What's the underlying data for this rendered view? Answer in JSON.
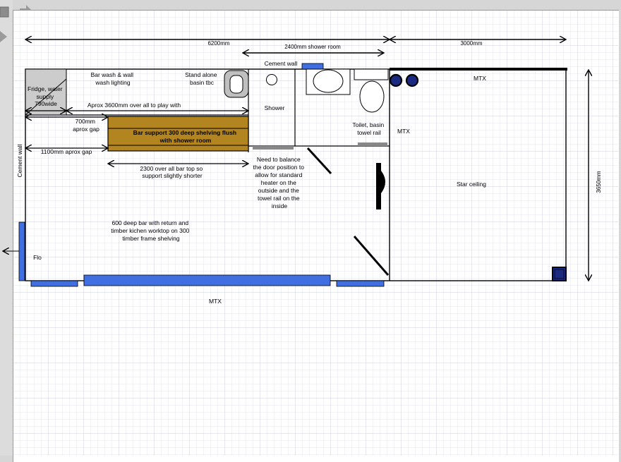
{
  "colors": {
    "grid_minor": "#e3e7ef",
    "grid_major": "#ccd2de",
    "wall": "#000000",
    "window_blue": "#3f6fe0",
    "shelf_brown": "#b38520",
    "fridge_grey": "#cccccc",
    "threshold_grey": "#888888",
    "fixture_navy": "#1a2a80"
  },
  "dimensions": {
    "overall_length": "6200mm",
    "shower_room_width": "2400mm shower room",
    "star_room_width": "3000mm",
    "overall_depth": "3650mm"
  },
  "labels": {
    "cement_wall_top": "Cement wall",
    "cement_wall_left": "Cement wall",
    "fridge": [
      "Fridge, water",
      "supply",
      "790wide"
    ],
    "bar_wash": [
      "Bar wash & wall",
      "wash lighting"
    ],
    "basin": [
      "Stand alone",
      "basin tbc"
    ],
    "play_length": "Aprox 3600mm over all to play with",
    "gap_700": [
      "700mm",
      "aprox gap"
    ],
    "bar_support": [
      "Bar support 300 deep shelving flush",
      "with shower room"
    ],
    "gap_1100": "1100mm aprox gap",
    "bar_top": [
      "2300 over all bar top so",
      "support slightly shorter"
    ],
    "shower": "Shower",
    "toilet": [
      "Toilet, basin",
      "towel rail"
    ],
    "door_note": [
      "Need to balance",
      "the door position to",
      "allow for standard",
      "heater on the",
      "outside and the",
      "towel rail on the",
      "inside"
    ],
    "mtx_top": "MTX",
    "mtx_middle": "MTX",
    "mtx_bottom": "MTX",
    "star_ceiling": "Star ceiling",
    "bar_description": [
      "600 deep bar with return and",
      "timber kichen worktop on 300",
      "timber frame shelving"
    ],
    "flo": "Flo"
  }
}
